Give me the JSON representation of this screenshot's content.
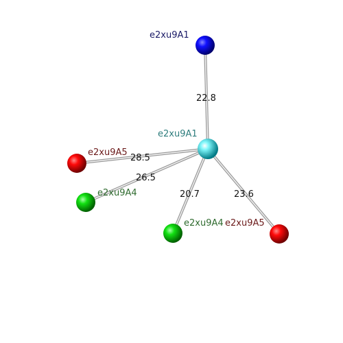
{
  "nodes": [
    {
      "id": "center",
      "label": "e2xu9A1",
      "color": "#00e5ee",
      "label_color": "#2e7d7d"
    },
    {
      "id": "top",
      "label": "e2xu9A1",
      "color": "#0a0af0",
      "label_color": "#1a1a66"
    },
    {
      "id": "left_red",
      "label": "e2xu9A5",
      "color": "#e00000",
      "label_color": "#6b1a1a"
    },
    {
      "id": "left_green",
      "label": "e2xu9A4",
      "color": "#10d010",
      "label_color": "#2f6b2f"
    },
    {
      "id": "bottom_green",
      "label": "e2xu9A4",
      "color": "#10d010",
      "label_color": "#2f6b2f"
    },
    {
      "id": "right_red",
      "label": "e2xu9A5",
      "color": "#e00000",
      "label_color": "#6b1a1a"
    }
  ],
  "edges": [
    {
      "from": "center",
      "to": "top",
      "distance": "22.8"
    },
    {
      "from": "center",
      "to": "left_red",
      "distance": "28.5"
    },
    {
      "from": "center",
      "to": "left_green",
      "distance": "26.5"
    },
    {
      "from": "center",
      "to": "bottom_green",
      "distance": "20.7"
    },
    {
      "from": "center",
      "to": "right_red",
      "distance": "23.6"
    }
  ]
}
